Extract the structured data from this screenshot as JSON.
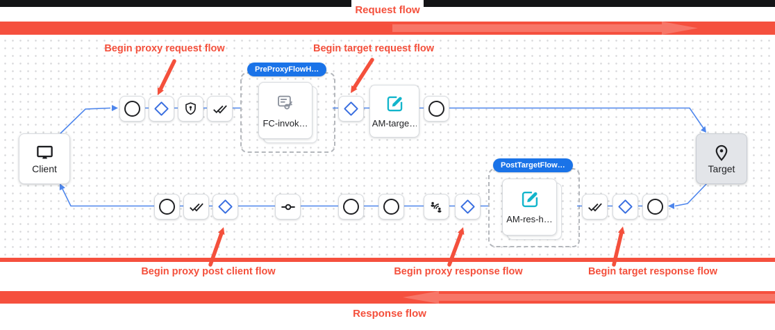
{
  "banners": {
    "request_label": "Request flow",
    "request_direction": "right",
    "response_label": "Response flow",
    "response_direction": "left"
  },
  "annotations": {
    "proxy_request": "Begin proxy request flow",
    "target_request": "Begin target request flow",
    "proxy_post_client": "Begin proxy post client flow",
    "proxy_response": "Begin proxy response flow",
    "target_response": "Begin target response flow"
  },
  "endpoints": {
    "client": {
      "label": "Client",
      "icon": "monitor-icon"
    },
    "target": {
      "label": "Target",
      "icon": "place-pin-icon"
    }
  },
  "request_flow": {
    "pre_proxy_hook": {
      "badge": "PreProxyFlowH…",
      "policy_label": "FC-invok…",
      "policy_icon": "flow-callout-icon"
    },
    "target_policy": {
      "label": "AM-targe…",
      "icon": "edit-square-icon"
    },
    "step_icons": [
      "circle-icon",
      "diamond-icon",
      "shield-lock-icon",
      "done-all-icon",
      "diamond-icon",
      "circle-icon"
    ]
  },
  "response_flow": {
    "post_target_hook": {
      "badge": "PostTargetFlow…",
      "policy_label": "AM-res-h…",
      "policy_icon": "edit-square-icon"
    },
    "step_icons": [
      "circle-icon",
      "done-all-icon",
      "diamond-icon",
      "commit-icon",
      "circle-icon",
      "circle-icon",
      "connect-icon",
      "diamond-icon",
      "done-all-icon",
      "diamond-icon",
      "circle-icon"
    ]
  },
  "colors": {
    "banner_red": "#f5503e",
    "annotation_red": "#f4503c",
    "badge_blue": "#1a73e8",
    "connector_blue": "#4e86ec",
    "diamond_blue": "#3a6fe0",
    "policy_teal": "#12b5cb"
  }
}
